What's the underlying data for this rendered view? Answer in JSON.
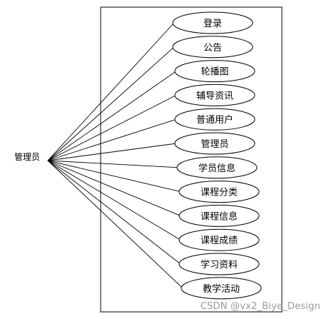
{
  "actor": {
    "label": "管理员"
  },
  "use_cases": [
    {
      "label": "登录"
    },
    {
      "label": "公告"
    },
    {
      "label": "轮播图"
    },
    {
      "label": "辅导资讯"
    },
    {
      "label": "普通用户"
    },
    {
      "label": "管理员"
    },
    {
      "label": "学员信息"
    },
    {
      "label": "课程分类"
    },
    {
      "label": "课程信息"
    },
    {
      "label": "课程成绩"
    },
    {
      "label": "学习资料"
    },
    {
      "label": "教学活动"
    }
  ],
  "watermark": {
    "text": "CSDN @vx2_Biye_Design"
  }
}
